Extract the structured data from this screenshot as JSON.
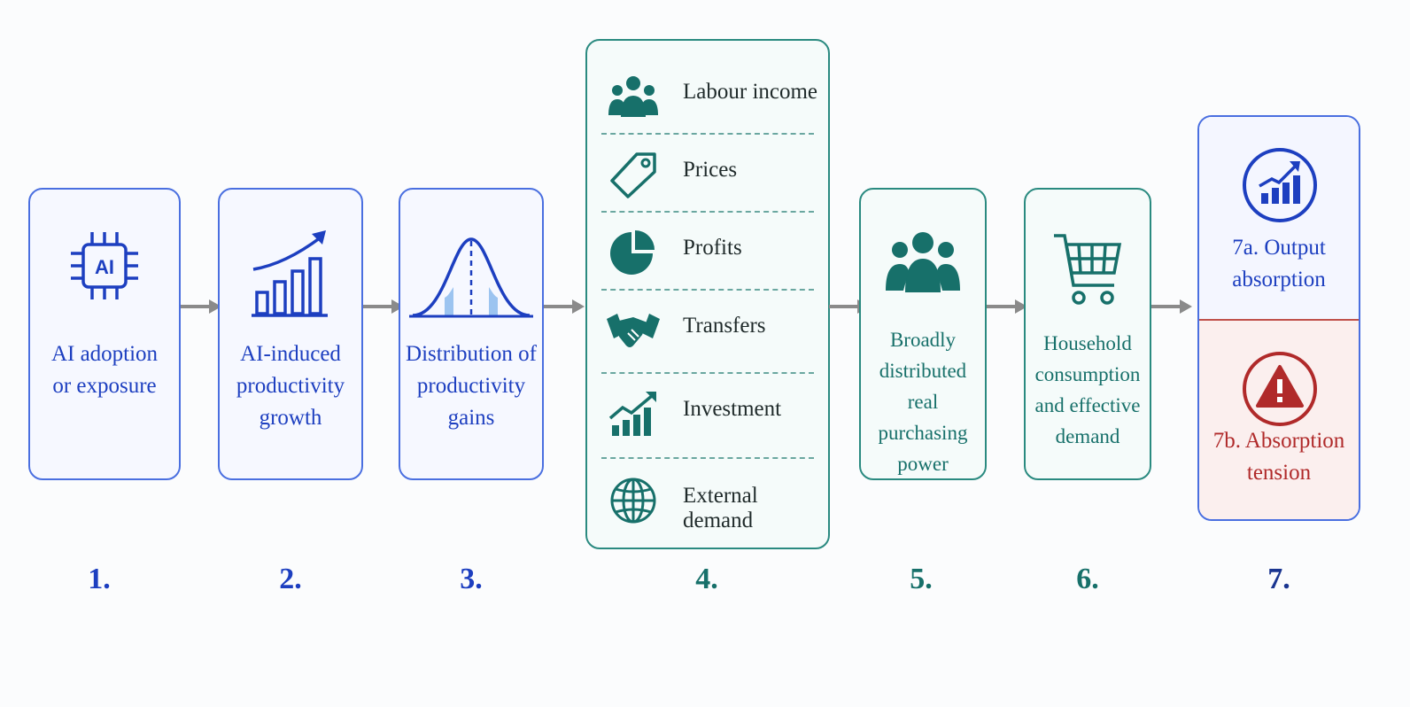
{
  "steps": [
    {
      "number": "1.",
      "label": "AI adoption\nor exposure",
      "icon": "ai-chip-icon"
    },
    {
      "number": "2.",
      "label": "AI-induced\nproductivity\ngrowth",
      "icon": "growth-chart-icon"
    },
    {
      "number": "3.",
      "label": "Distribution of\nproductivity\ngains",
      "icon": "bell-curve-icon"
    },
    {
      "number": "4.",
      "icon_list": [
        {
          "label": "Labour income",
          "icon": "people-icon"
        },
        {
          "label": "Prices",
          "icon": "price-tag-icon"
        },
        {
          "label": "Profits",
          "icon": "pie-chart-icon"
        },
        {
          "label": "Transfers",
          "icon": "handshake-icon"
        },
        {
          "label": "Investment",
          "icon": "investment-chart-icon"
        },
        {
          "label": "External demand",
          "icon": "globe-icon"
        }
      ]
    },
    {
      "number": "5.",
      "label": "Broadly\ndistributed real\npurchasing\npower",
      "icon": "group-icon"
    },
    {
      "number": "6.",
      "label": "Household\nconsumption\nand effective\ndemand",
      "icon": "shopping-cart-icon"
    },
    {
      "number": "7.",
      "outcomes": [
        {
          "label": "7a. Output\nabsorption",
          "icon": "growth-badge-icon"
        },
        {
          "label": "7b. Absorption\ntension",
          "icon": "warning-icon"
        }
      ]
    }
  ],
  "colors": {
    "blue": "#1d3fc0",
    "teal": "#17706a",
    "red": "#b02a2a",
    "arrow": "#8a8a8a"
  }
}
